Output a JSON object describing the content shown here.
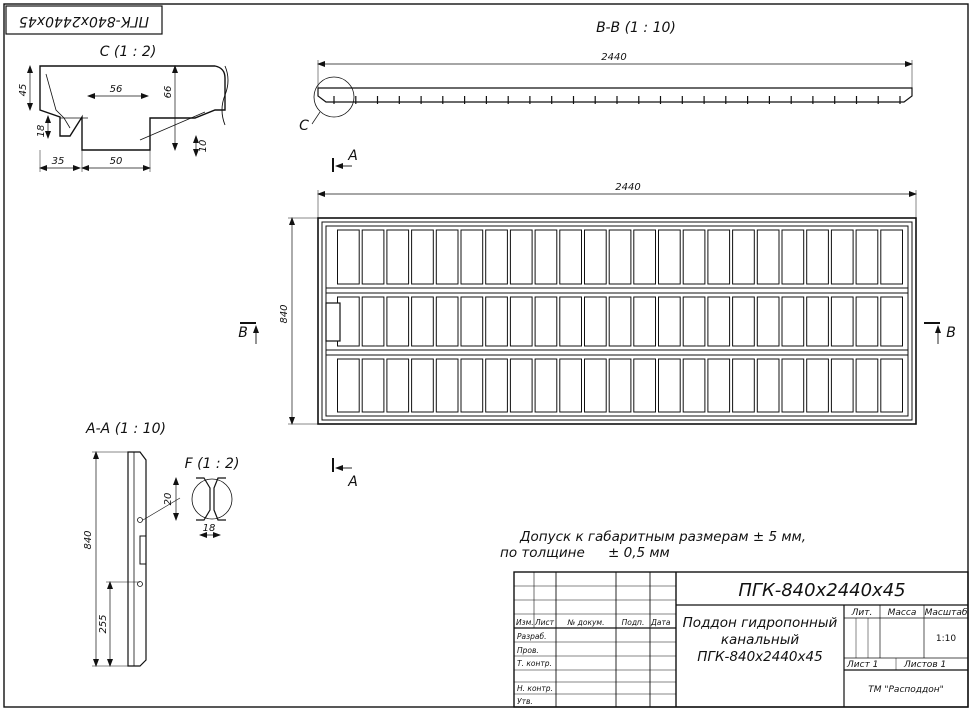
{
  "drawing": {
    "corner_label": "ПГК-840х2440х45",
    "views": {
      "detail_c": {
        "title": "C (1 : 2)",
        "dims": {
          "height_left": "45",
          "width_top": "56",
          "height_right": "66",
          "step": "18",
          "width_left": "35",
          "width_bottom": "50",
          "depth": "10"
        }
      },
      "section_bb": {
        "title": "B-B (1 : 10)",
        "length": "2440",
        "callout": "C"
      },
      "plan": {
        "length": "2440",
        "width": "840",
        "cut_a_top": "A",
        "cut_a_bottom": "A",
        "cut_b_left": "B",
        "cut_b_right": "B"
      },
      "section_aa": {
        "title": "A-A (1 : 10)",
        "height": "840",
        "offset": "255",
        "detail_f": {
          "title": "F (1 : 2)",
          "height": "20",
          "width": "18"
        }
      }
    },
    "notes": {
      "line1": "Допуск к габаритным размерам ± 5 мм,",
      "line2": "по толщине",
      "line2_value": "± 0,5 мм"
    },
    "title_block": {
      "designation": "ПГК-840х2440х45",
      "name_line1": "Поддон гидропонный",
      "name_line2": "канальный",
      "name_line3": "ПГК-840х2440х45",
      "col_izm": "Изм.",
      "col_list": "Лист",
      "col_doc": "№ докум.",
      "col_sign": "Подп.",
      "col_date": "Дата",
      "row_razrab": "Разраб.",
      "row_prov": "Пров.",
      "row_tkontr": "Т. контр.",
      "row_nkontr": "Н. контр.",
      "row_utv": "Утв.",
      "lit": "Лит.",
      "massa": "Масса",
      "masshtab": "Масштаб",
      "scale_value": "1:10",
      "sheet": "Лист 1",
      "sheets": "Листов 1",
      "company": "ТМ \"Расподдон\""
    }
  }
}
